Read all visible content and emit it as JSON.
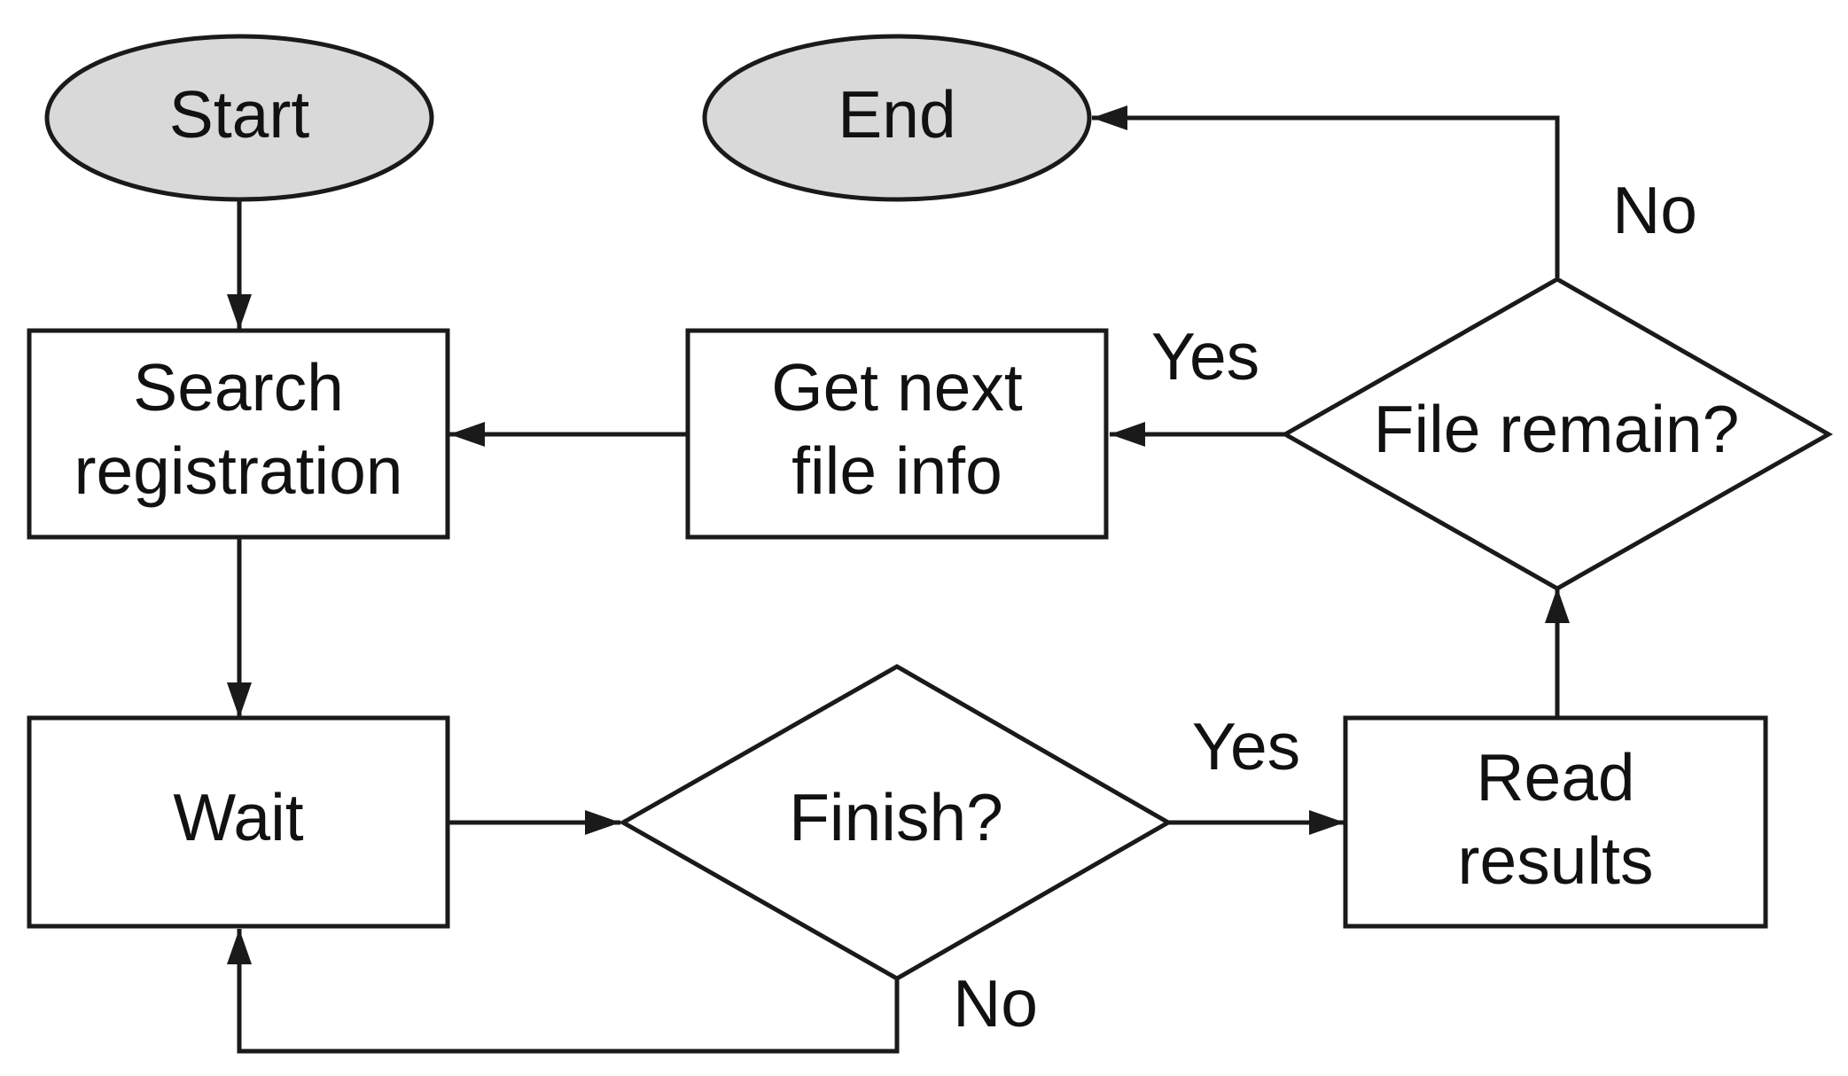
{
  "colors": {
    "stroke": "#1a1a1a",
    "terminal_fill": "#d9d9d9",
    "box_fill": "#ffffff",
    "text": "#111111"
  },
  "nodes": {
    "start": {
      "shape": "ellipse",
      "label": "Start"
    },
    "end": {
      "shape": "ellipse",
      "label": "End"
    },
    "search_registration": {
      "shape": "rectangle",
      "lines": [
        "Search",
        "registration"
      ]
    },
    "get_next_file_info": {
      "shape": "rectangle",
      "lines": [
        "Get next",
        "file info"
      ]
    },
    "file_remain": {
      "shape": "diamond",
      "label": "File remain?"
    },
    "wait": {
      "shape": "rectangle",
      "label": "Wait"
    },
    "finish": {
      "shape": "diamond",
      "label": "Finish?"
    },
    "read_results": {
      "shape": "rectangle",
      "lines": [
        "Read",
        "results"
      ]
    }
  },
  "edges": {
    "start_to_search": {
      "from": "Start",
      "to": "Search registration"
    },
    "search_to_wait": {
      "from": "Search registration",
      "to": "Wait"
    },
    "wait_to_finish": {
      "from": "Wait",
      "to": "Finish?"
    },
    "finish_yes": {
      "from": "Finish?",
      "to": "Read results",
      "label": "Yes"
    },
    "finish_no": {
      "from": "Finish?",
      "to": "Wait",
      "label": "No"
    },
    "read_to_file_remain": {
      "from": "Read results",
      "to": "File remain?"
    },
    "file_remain_yes": {
      "from": "File remain?",
      "to": "Get next file info",
      "label": "Yes"
    },
    "file_remain_no": {
      "from": "File remain?",
      "to": "End",
      "label": "No"
    },
    "get_next_to_search": {
      "from": "Get next file info",
      "to": "Search registration"
    }
  }
}
